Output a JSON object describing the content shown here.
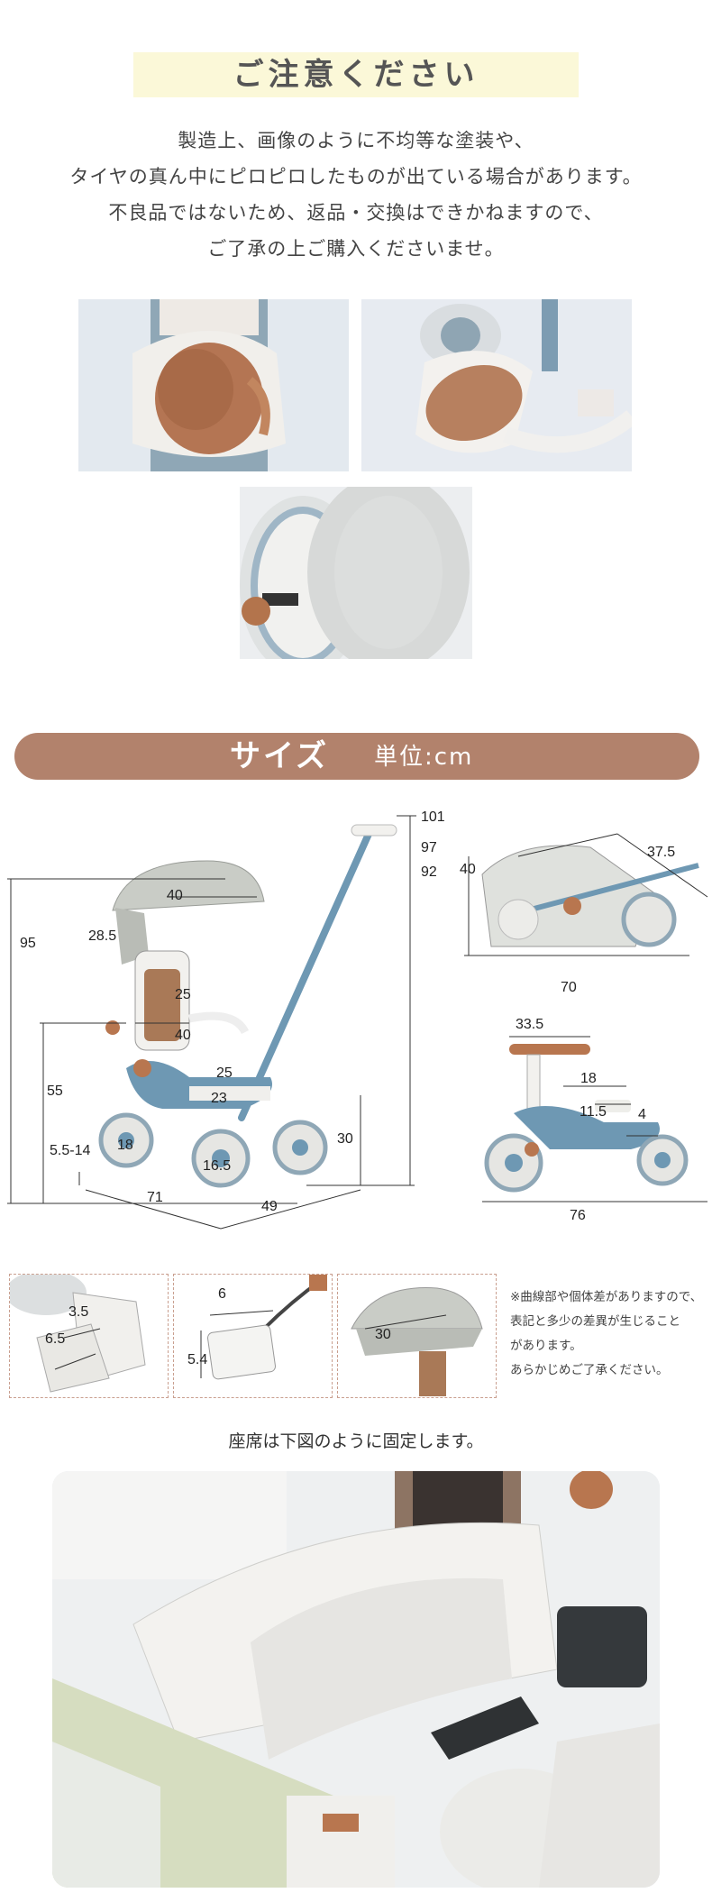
{
  "notice": {
    "title": "ご注意ください",
    "lines": [
      "製造上、画像のように不均等な塗装や、",
      "タイヤの真ん中にピロピロしたものが出ている場合があります。",
      "不良品ではないため、返品・交換はできかねますので、",
      "ご了承の上ご購入くださいませ。"
    ]
  },
  "size": {
    "title": "サイズ",
    "unit": "単位:cm"
  },
  "main_dims": {
    "d101": "101",
    "d97": "97",
    "d92": "92",
    "d95": "95",
    "d40a": "40",
    "d28_5": "28.5",
    "d25a": "25",
    "d40b": "40",
    "d25b": "25",
    "d23": "23",
    "d55": "55",
    "d5_5_14": "5.5-14",
    "d18a": "18",
    "d16_5": "16.5",
    "d30a": "30",
    "d71": "71",
    "d49": "49"
  },
  "folded_dims": {
    "d40": "40",
    "d37_5": "37.5",
    "d70": "70"
  },
  "balance_dims": {
    "d33_5": "33.5",
    "d18": "18",
    "d11_5": "11.5",
    "d4": "4",
    "d76": "76"
  },
  "detail_dims": {
    "d3_5": "3.5",
    "d6_5": "6.5",
    "d6": "6",
    "d5_4": "5.4",
    "d30": "30"
  },
  "note_lines": [
    "※曲線部や個体差がありますので、",
    "表記と多少の差異が生じること",
    "があります。",
    "あらかじめご了承ください。"
  ],
  "seat_caption": "座席は下図のように固定します。",
  "colors": {
    "band": "#fbf8d8",
    "size_bar": "#b2826c",
    "frame_blue": "#6e98b3",
    "frame_white": "#f2f1ee",
    "accent_brown": "#b8764f",
    "canopy": "#c9ccc6"
  }
}
